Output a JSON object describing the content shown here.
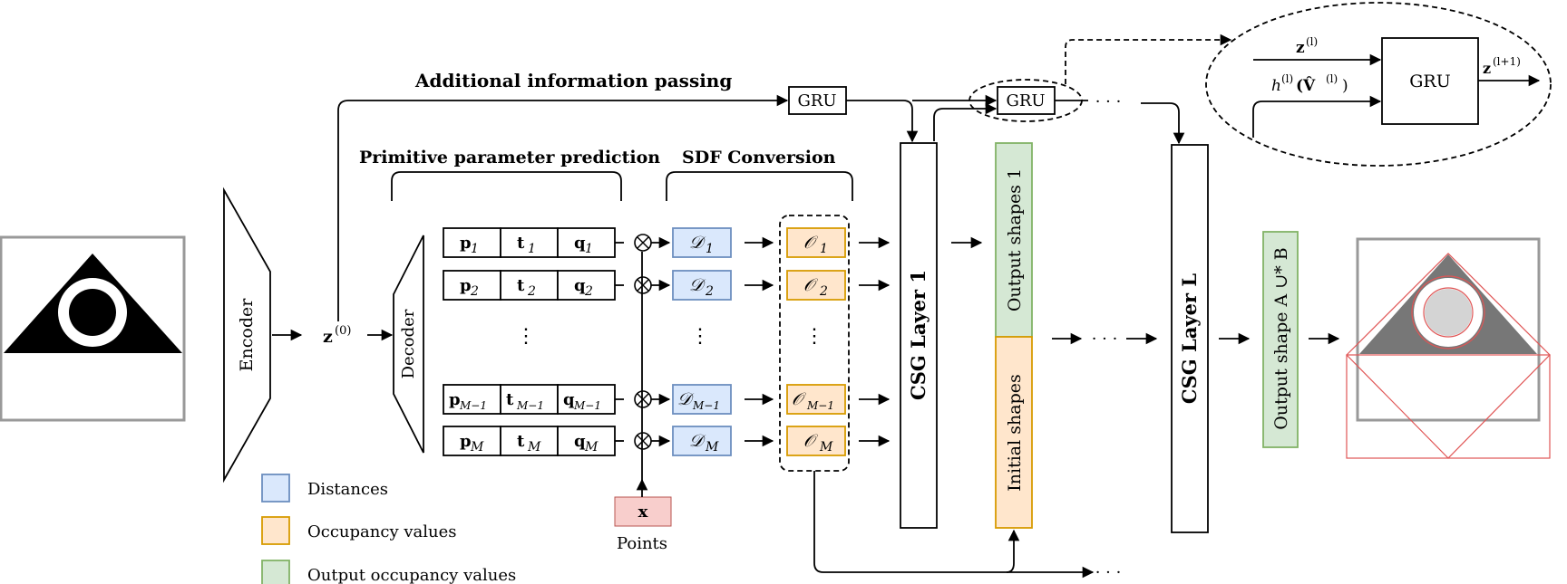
{
  "labels": {
    "additional_info": "Additional information passing",
    "primitive_pred": "Primitive parameter prediction",
    "sdf_conversion": "SDF Conversion",
    "encoder": "Encoder",
    "decoder": "Decoder",
    "latent": "z",
    "latent_sup": "(0)",
    "gru": "GRU",
    "csg_layer_1": "CSG Layer 1",
    "csg_layer_L": "CSG Layer L",
    "output_shapes_1": "Output shapes 1",
    "initial_shapes": "Initial shapes",
    "output_shape_final": "Output shape A ∪* B",
    "points_var": "x",
    "points_label": "Points",
    "ellipsis_h": "· · ·",
    "ellipsis_v": "⋮",
    "times": "⊗"
  },
  "gru_detail": {
    "z_in": "z",
    "z_in_sup": "(l)",
    "h_in": "h",
    "h_in_sup": "(l)",
    "h_in_arg": "(V̂",
    "h_in_arg_sup": "(l)",
    "h_in_close": ")",
    "gru": "GRU",
    "z_out": "z",
    "z_out_sup": "(l+1)"
  },
  "rows": [
    {
      "p": "p",
      "t": "t",
      "q": "q",
      "sub": "1",
      "D": "𝒟",
      "O": "𝒪"
    },
    {
      "p": "p",
      "t": "t",
      "q": "q",
      "sub": "2",
      "D": "𝒟",
      "O": "𝒪"
    },
    {
      "p": "p",
      "t": "t",
      "q": "q",
      "sub": "M−1",
      "D": "𝒟",
      "O": "𝒪"
    },
    {
      "p": "p",
      "t": "t",
      "q": "q",
      "sub": "M",
      "D": "𝒟",
      "O": "𝒪"
    }
  ],
  "legend": [
    {
      "label": "Distances",
      "color": "#dae8fc",
      "stroke": "#6c8ebf"
    },
    {
      "label": "Occupancy values",
      "color": "#ffe6cc",
      "stroke": "#d79b00"
    },
    {
      "label": "Output occupancy values",
      "color": "#d5e8d4",
      "stroke": "#82b366"
    }
  ],
  "colors": {
    "distance_fill": "#dae8fc",
    "distance_stroke": "#6c8ebf",
    "occupancy_fill": "#ffe6cc",
    "occupancy_stroke": "#d79b00",
    "output_fill": "#d5e8d4",
    "output_stroke": "#82b366",
    "points_fill": "#f8cecc",
    "points_stroke": "#b85450",
    "primitive_outline": "#e05555"
  }
}
